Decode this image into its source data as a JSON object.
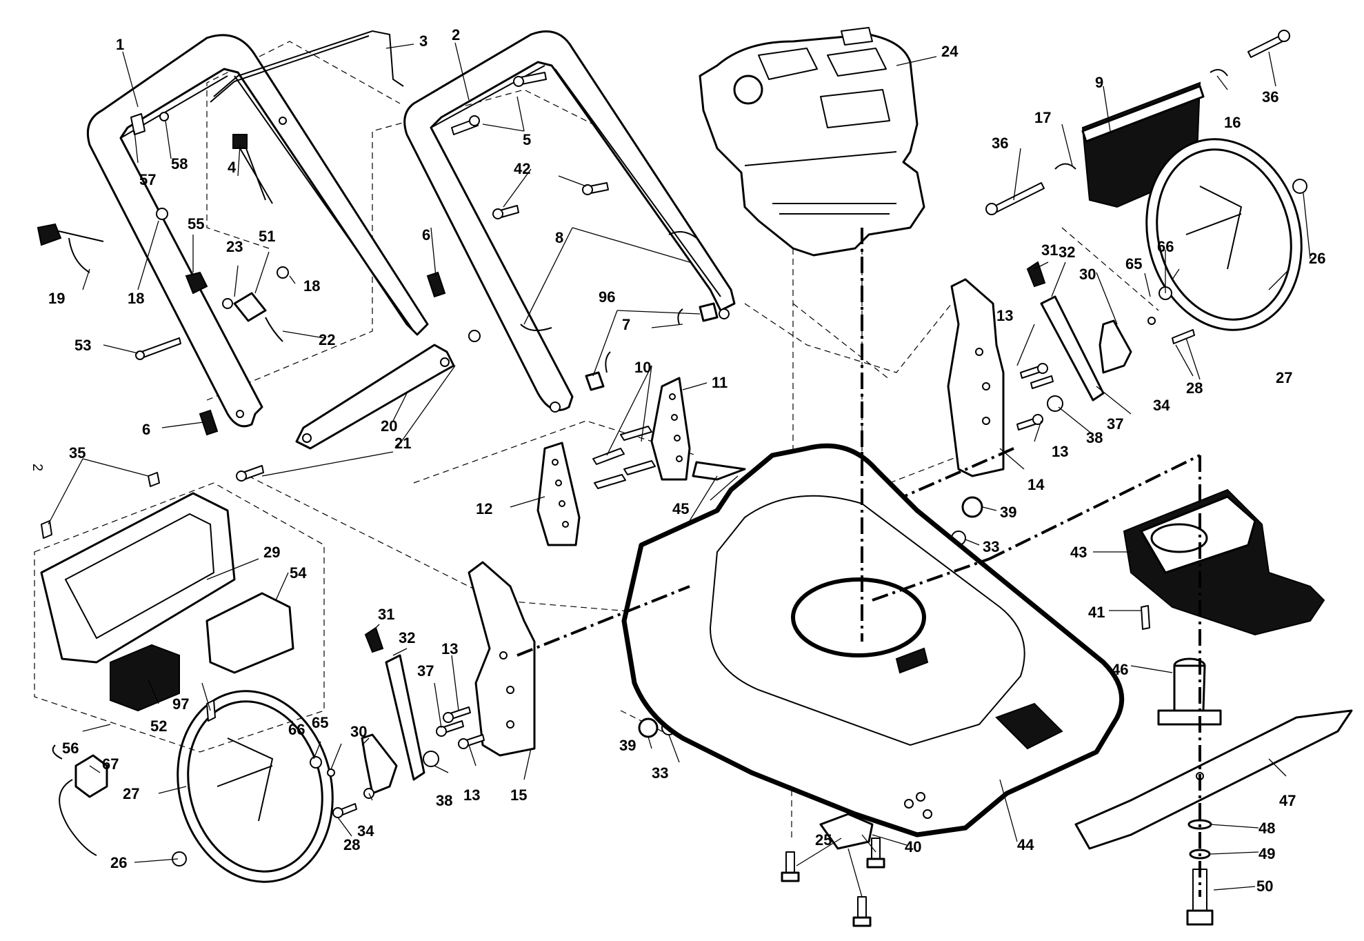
{
  "side_note": "2",
  "labels": [
    "1",
    "2",
    "3",
    "4",
    "5",
    "6",
    "7",
    "8",
    "9",
    "10",
    "11",
    "12",
    "13",
    "14",
    "15",
    "16",
    "17",
    "18",
    "19",
    "20",
    "21",
    "22",
    "23",
    "24",
    "25",
    "26",
    "27",
    "28",
    "29",
    "30",
    "31",
    "32",
    "33",
    "34",
    "35",
    "36",
    "37",
    "38",
    "39",
    "40",
    "41",
    "42",
    "43",
    "44",
    "45",
    "46",
    "47",
    "48",
    "49",
    "50",
    "51",
    "52",
    "53",
    "54",
    "55",
    "56",
    "57",
    "58",
    "65",
    "66",
    "67",
    "96",
    "97"
  ]
}
